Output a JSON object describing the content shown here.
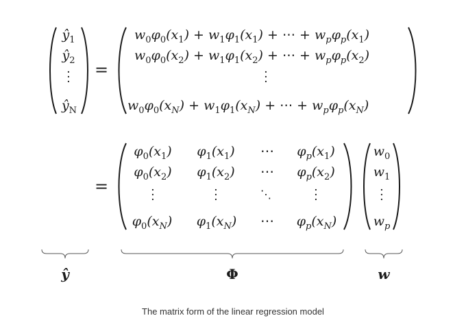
{
  "equation": {
    "eq_sign": "=",
    "lhs_vector": [
      "ŷ₁",
      "ŷ₂",
      "⋮",
      "ŷ_N"
    ],
    "expanded_rows": [
      "w₀φ₀(x₁) + w₁φ₁(x₁) + ⋯ + w_pφ_p(x₁)",
      "w₀φ₀(x₂) + w₁φ₁(x₂) + ⋯ + w_pφ_p(x₂)",
      "⋮",
      "w₀φ₀(x_N) + w₁φ₁(x_N) + ⋯ + w_pφ_p(x_N)"
    ],
    "design_matrix": [
      [
        "φ₀(x₁)",
        "φ₁(x₁)",
        "⋯",
        "φ_p(x₁)"
      ],
      [
        "φ₀(x₂)",
        "φ₁(x₂)",
        "⋯",
        "φ_p(x₂)"
      ],
      [
        "⋮",
        "⋮",
        "⋱",
        "⋮"
      ],
      [
        "φ₀(x_N)",
        "φ₁(x_N)",
        "⋯",
        "φ_p(x_N)"
      ]
    ],
    "weight_vector": [
      "w₀",
      "w₁",
      "⋮",
      "w_p"
    ],
    "brace_labels": {
      "y_hat": "ŷ",
      "phi": "Φ",
      "w": "w"
    }
  },
  "caption": "The matrix form of the linear regression model"
}
